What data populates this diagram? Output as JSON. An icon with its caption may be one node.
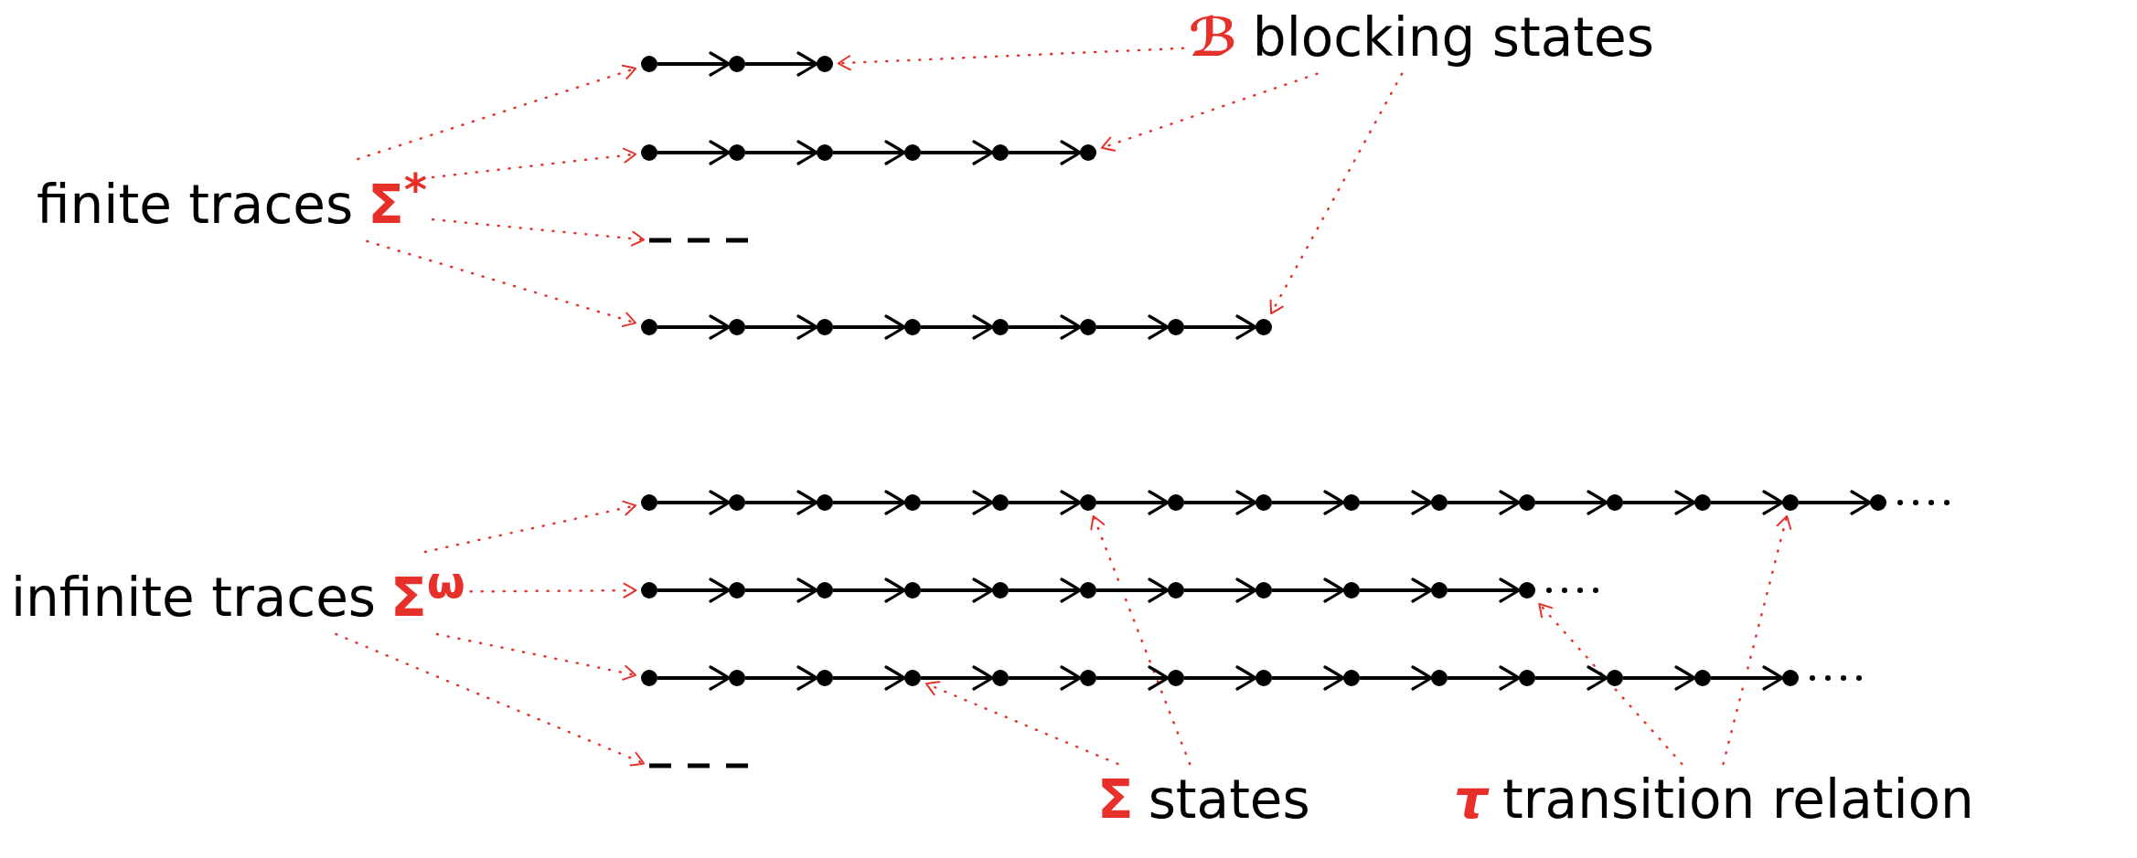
{
  "diagram": {
    "nodes": [
      {
        "text": [
          "finite traces",
          "Σ$^{*}$"
        ]
      },
      {
        "text": [
          "ℬ",
          "blocking states"
        ]
      },
      {
        "text": [],
        "shape": "circle"
      },
      {
        "text": [],
        "shape": "circle"
      },
      {
        "text": [],
        "shape": "circle"
      },
      {
        "text": [],
        "shape": "circle"
      },
      {
        "text": [],
        "shape": "circle"
      },
      {
        "text": [],
        "shape": "circle"
      },
      {
        "text": [],
        "shape": "circle"
      },
      {
        "text": [],
        "shape": "circle"
      },
      {
        "text": [],
        "shape": "circle"
      },
      {
        "text": [],
        "shape": "dashes"
      },
      {
        "text": [],
        "shape": "circle"
      },
      {
        "text": [],
        "shape": "circle"
      },
      {
        "text": [],
        "shape": "circle"
      },
      {
        "text": [],
        "shape": "circle"
      },
      {
        "text": [],
        "shape": "circle"
      },
      {
        "text": [],
        "shape": "circle"
      },
      {
        "text": [],
        "shape": "circle"
      },
      {
        "text": [],
        "shape": "circle"
      },
      {
        "text": [
          "infinite traces",
          "Σ$^{ω}$"
        ]
      },
      {
        "text": [],
        "shape": "circle"
      },
      {
        "text": [],
        "shape": "circle"
      },
      {
        "text": [],
        "shape": "circle"
      },
      {
        "text": [],
        "shape": "circle"
      },
      {
        "text": [],
        "shape": "circle"
      },
      {
        "text": [],
        "shape": "circle"
      },
      {
        "text": [],
        "shape": "circle"
      },
      {
        "text": [],
        "shape": "circle"
      },
      {
        "text": [],
        "shape": "circle"
      },
      {
        "text": [],
        "shape": "circle"
      },
      {
        "text": [],
        "shape": "circle"
      },
      {
        "text": [],
        "shape": "circle"
      },
      {
        "text": [],
        "shape": "circle"
      },
      {
        "text": [],
        "shape": "circle"
      },
      {
        "text": [],
        "shape": "circle"
      },
      {
        "text": [],
        "shape": "circle"
      },
      {
        "text": [],
        "shape": "circle"
      },
      {
        "text": [],
        "shape": "circle"
      },
      {
        "text": [],
        "shape": "circle"
      },
      {
        "text": [],
        "shape": "circle"
      },
      {
        "text": [],
        "shape": "circle"
      },
      {
        "text": [],
        "shape": "circle"
      },
      {
        "text": [],
        "shape": "circle"
      },
      {
        "text": [],
        "shape": "circle"
      },
      {
        "text": [],
        "shape": "circle"
      },
      {
        "text": [],
        "shape": "circle"
      },
      {
        "text": [],
        "shape": "circle"
      },
      {
        "text": [],
        "shape": "circle"
      },
      {
        "text": [],
        "shape": "circle"
      },
      {
        "text": [],
        "shape": "circle"
      },
      {
        "text": [],
        "shape": "circle"
      },
      {
        "text": [],
        "shape": "circle"
      },
      {
        "text": [],
        "shape": "circle"
      },
      {
        "text": [],
        "shape": "circle"
      },
      {
        "text": [],
        "shape": "circle"
      },
      {
        "text": [],
        "shape": "circle"
      },
      {
        "text": [],
        "shape": "circle"
      },
      {
        "text": [],
        "shape": "circle"
      },
      {
        "text": [],
        "shape": "circle"
      },
      {
        "text": [],
        "shape": "circle"
      },
      {
        "text": [],
        "shape": "dashes"
      },
      {
        "text": [
          "Σ",
          "states"
        ]
      },
      {
        "text": [
          "τ",
          "transition relation"
        ]
      }
    ],
    "edges": [
      {
        "from": 0,
        "to": 2,
        "arrow": "to",
        "style": "dashed",
        "color": "#e8302a"
      },
      {
        "from": 0,
        "to": 5,
        "arrow": "to",
        "style": "dashed",
        "color": "#e8302a"
      },
      {
        "from": 0,
        "to": 11,
        "arrow": "to",
        "style": "dashed",
        "color": "#e8302a"
      },
      {
        "from": 0,
        "to": 12,
        "arrow": "to",
        "style": "dashed",
        "color": "#e8302a"
      },
      {
        "from": 1,
        "to": 4,
        "arrow": "to",
        "style": "dashed",
        "color": "#e8302a"
      },
      {
        "from": 1,
        "to": 10,
        "arrow": "to",
        "style": "dashed",
        "color": "#e8302a"
      },
      {
        "from": 1,
        "to": 19,
        "arrow": "to",
        "style": "dashed",
        "color": "#e8302a"
      },
      {
        "from": 20,
        "to": 21,
        "arrow": "to",
        "style": "dashed",
        "color": "#e8302a"
      },
      {
        "from": 20,
        "to": 36,
        "arrow": "to",
        "style": "dashed",
        "color": "#e8302a"
      },
      {
        "from": 20,
        "to": 47,
        "arrow": "to",
        "style": "dashed",
        "color": "#e8302a"
      },
      {
        "from": 20,
        "to": 61,
        "arrow": "to",
        "style": "dashed",
        "color": "#e8302a"
      },
      {
        "from": 62,
        "to": 26,
        "arrow": "to",
        "style": "dashed",
        "color": "#e8302a"
      },
      {
        "from": 62,
        "to": 50,
        "arrow": "to",
        "style": "dashed",
        "color": "#e8302a"
      },
      {
        "from": 63,
        "to": 46,
        "arrow": "to",
        "style": "dashed",
        "color": "#e8302a"
      },
      {
        "from": 63,
        "to": 34,
        "arrow": "to",
        "style": "dashed",
        "color": "#e8302a"
      },
      {
        "from": 2,
        "to": 3,
        "arrow": "to"
      },
      {
        "from": 3,
        "to": 4,
        "arrow": "to"
      },
      {
        "from": 5,
        "to": 6,
        "arrow": "to"
      },
      {
        "from": 6,
        "to": 7,
        "arrow": "to"
      },
      {
        "from": 7,
        "to": 8,
        "arrow": "to"
      },
      {
        "from": 8,
        "to": 9,
        "arrow": "to"
      },
      {
        "from": 9,
        "to": 10,
        "arrow": "to"
      },
      {
        "from": 12,
        "to": 13,
        "arrow": "to"
      },
      {
        "from": 13,
        "to": 14,
        "arrow": "to"
      },
      {
        "from": 14,
        "to": 15,
        "arrow": "to"
      },
      {
        "from": 15,
        "to": 16,
        "arrow": "to"
      },
      {
        "from": 16,
        "to": 17,
        "arrow": "to"
      },
      {
        "from": 17,
        "to": 18,
        "arrow": "to"
      },
      {
        "from": 18,
        "to": 19,
        "arrow": "to"
      },
      {
        "from": 21,
        "to": 22,
        "arrow": "to"
      },
      {
        "from": 22,
        "to": 23,
        "arrow": "to"
      },
      {
        "from": 23,
        "to": 24,
        "arrow": "to"
      },
      {
        "from": 24,
        "to": 25,
        "arrow": "to"
      },
      {
        "from": 25,
        "to": 26,
        "arrow": "to"
      },
      {
        "from": 26,
        "to": 27,
        "arrow": "to"
      },
      {
        "from": 27,
        "to": 28,
        "arrow": "to"
      },
      {
        "from": 28,
        "to": 29,
        "arrow": "to"
      },
      {
        "from": 29,
        "to": 30,
        "arrow": "to"
      },
      {
        "from": 30,
        "to": 31,
        "arrow": "to"
      },
      {
        "from": 31,
        "to": 32,
        "arrow": "to"
      },
      {
        "from": 32,
        "to": 33,
        "arrow": "to"
      },
      {
        "from": 33,
        "to": 34,
        "arrow": "to"
      },
      {
        "from": 34,
        "to": 35,
        "arrow": "to"
      },
      {
        "from": 36,
        "to": 37,
        "arrow": "to"
      },
      {
        "from": 37,
        "to": 38,
        "arrow": "to"
      },
      {
        "from": 38,
        "to": 39,
        "arrow": "to"
      },
      {
        "from": 39,
        "to": 40,
        "arrow": "to"
      },
      {
        "from": 40,
        "to": 41,
        "arrow": "to"
      },
      {
        "from": 41,
        "to": 42,
        "arrow": "to"
      },
      {
        "from": 42,
        "to": 43,
        "arrow": "to"
      },
      {
        "from": 43,
        "to": 44,
        "arrow": "to"
      },
      {
        "from": 44,
        "to": 45,
        "arrow": "to"
      },
      {
        "from": 45,
        "to": 46,
        "arrow": "to"
      },
      {
        "from": 47,
        "to": 48,
        "arrow": "to"
      },
      {
        "from": 48,
        "to": 49,
        "arrow": "to"
      },
      {
        "from": 49,
        "to": 50,
        "arrow": "to"
      },
      {
        "from": 50,
        "to": 51,
        "arrow": "to"
      },
      {
        "from": 51,
        "to": 52,
        "arrow": "to"
      },
      {
        "from": 52,
        "to": 53,
        "arrow": "to"
      },
      {
        "from": 53,
        "to": 54,
        "arrow": "to"
      },
      {
        "from": 54,
        "to": 55,
        "arrow": "to"
      },
      {
        "from": 55,
        "to": 56,
        "arrow": "to"
      },
      {
        "from": 56,
        "to": 57,
        "arrow": "to"
      },
      {
        "from": 57,
        "to": 58,
        "arrow": "to"
      },
      {
        "from": 58,
        "to": 59,
        "arrow": "to"
      },
      {
        "from": 59,
        "to": 60,
        "arrow": "to"
      }
    ]
  }
}
